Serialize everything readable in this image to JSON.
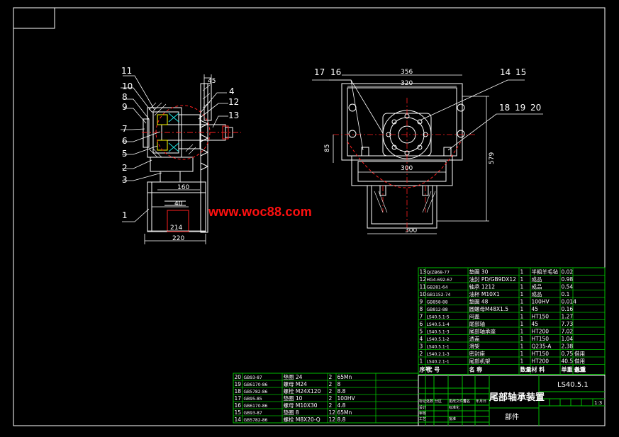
{
  "views": {
    "side_dims": [
      "45",
      "160",
      "40",
      "214",
      "220"
    ],
    "side_balloons": [
      "11",
      "10",
      "8",
      "9",
      "7",
      "6",
      "5",
      "2",
      "3",
      "1",
      "4",
      "12",
      "13"
    ],
    "front_dims": [
      "356",
      "320",
      "300",
      "300",
      "85",
      "579"
    ],
    "front_balloons": [
      "17",
      "16",
      "14",
      "15",
      "18",
      "19",
      "20"
    ]
  },
  "watermark": "www.woc88.com",
  "parts_list": {
    "rows": [
      {
        "no": "13",
        "std": "Q/ZB68-77",
        "name": "垫圈 30",
        "qty": "1",
        "mat": "半粗羊毛毡",
        "wt": "0.02"
      },
      {
        "no": "12",
        "std": "HG4-692-67",
        "name": "油封 PD/GB9DX12",
        "qty": "1",
        "mat": "成品",
        "wt": "0.98"
      },
      {
        "no": "11",
        "std": "GB281-64",
        "name": "轴承 1212",
        "qty": "1",
        "mat": "成品",
        "wt": "0.54"
      },
      {
        "no": "10",
        "std": "GB1152-74",
        "name": "油杯 M10X1",
        "qty": "1",
        "mat": "成品",
        "wt": "0.1"
      },
      {
        "no": "9",
        "std": "GB858-88",
        "name": "垫圈 48",
        "qty": "1",
        "mat": "100HV",
        "wt": "0.014"
      },
      {
        "no": "8",
        "std": "GB812-88",
        "name": "圆螺母M48X1.5",
        "qty": "1",
        "mat": "45",
        "wt": "0.16"
      },
      {
        "no": "7",
        "std": "LS40.5.1-5",
        "name": "闷盖",
        "qty": "1",
        "mat": "HT150",
        "wt": "1.27"
      },
      {
        "no": "6",
        "std": "LS40.5.1-4",
        "name": "尾部轴",
        "qty": "1",
        "mat": "45",
        "wt": "7.73"
      },
      {
        "no": "5",
        "std": "LS40.5.1-3",
        "name": "尾部轴承座",
        "qty": "1",
        "mat": "HT200",
        "wt": "7.02"
      },
      {
        "no": "4",
        "std": "LS40.5.1-2",
        "name": "透盖",
        "qty": "1",
        "mat": "HT150",
        "wt": "1.04"
      },
      {
        "no": "3",
        "std": "LS40.5.1-1",
        "name": "滑架",
        "qty": "1",
        "mat": "Q235-A",
        "wt": "2.38"
      },
      {
        "no": "2",
        "std": "LS40.2.1-3",
        "name": "密封座",
        "qty": "1",
        "mat": "HT150",
        "wt": "0.75"
      },
      {
        "no": "1",
        "std": "LS40.2.1-1",
        "name": "尾部机架",
        "qty": "1",
        "mat": "HT200",
        "wt": "40.5"
      }
    ],
    "header": {
      "no": "序号",
      "std": "代 号",
      "name": "名 称",
      "qty": "数量",
      "mat": "材 料",
      "wt": "单重 总重",
      "note": "备注"
    },
    "notes": [
      "借用",
      "借用"
    ]
  },
  "std_parts": [
    {
      "no": "20",
      "std": "GB93-87",
      "name": "垫圈 24",
      "qty": "2",
      "mat": "65Mn"
    },
    {
      "no": "19",
      "std": "GB6170-86",
      "name": "螺母 M24",
      "qty": "2",
      "mat": "8"
    },
    {
      "no": "18",
      "std": "GB5782-86",
      "name": "螺栓 M24X120",
      "qty": "2",
      "mat": "8.8"
    },
    {
      "no": "17",
      "std": "GB95-85",
      "name": "垫圈 10",
      "qty": "2",
      "mat": "100HV"
    },
    {
      "no": "16",
      "std": "GB6170-86",
      "name": "螺母 M10X30",
      "qty": "2",
      "mat": "4.8"
    },
    {
      "no": "15",
      "std": "GB93-87",
      "name": "垫圈 8",
      "qty": "12",
      "mat": "65Mn"
    },
    {
      "no": "14",
      "std": "GB5782-86",
      "name": "螺栓 M8X20-Q",
      "qty": "12",
      "mat": "8.8"
    }
  ],
  "title_block": {
    "drawing_no": "LS40.5.1",
    "title": "尾部轴承装置",
    "scale": "1:3",
    "sub_label": "部件",
    "small_labels": [
      "标记",
      "处数",
      "分区",
      "更改文件号",
      "签名",
      "年月日",
      "设计",
      "标准化",
      "审核",
      "工艺",
      "批准"
    ]
  },
  "colors": {
    "line": "#ffffff",
    "red": "#ff2020",
    "green": "#00c000",
    "yellow": "#f0f000",
    "cyan": "#20e0e0"
  }
}
